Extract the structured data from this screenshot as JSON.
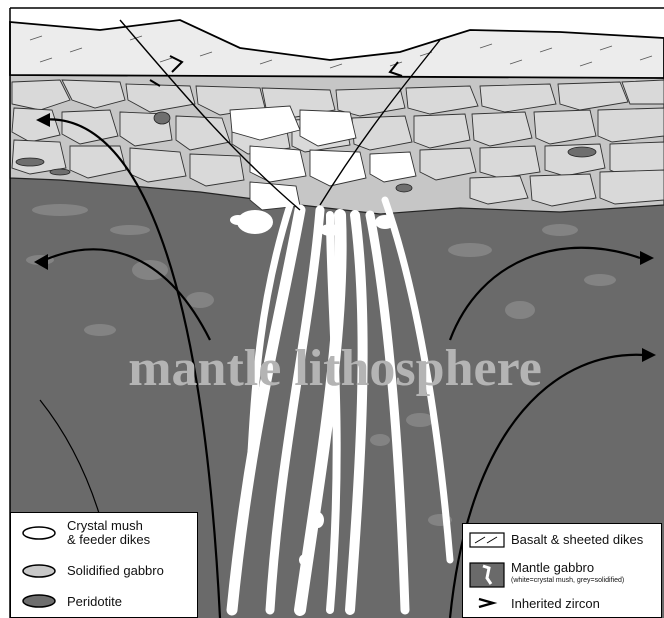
{
  "diagram": {
    "main_label": "mantle lithosphere",
    "colors": {
      "mantle": "#6a6a6a",
      "crust_pale": "#dcdcdc",
      "crust_mid": "#c2c2c2",
      "peridotite": "#6e6e6e",
      "crystal_mush": "#ffffff",
      "label": "#b4b4b4"
    }
  },
  "legend_left": {
    "items": [
      {
        "line1": "Crystal mush",
        "line2": "& feeder dikes",
        "icon": "white-ellipse-icon"
      },
      {
        "line1": "Solidified gabbro",
        "icon": "light-grey-ellipse-icon"
      },
      {
        "line1": "Peridotite",
        "icon": "dark-grey-ellipse-icon"
      }
    ]
  },
  "legend_right": {
    "items": [
      {
        "line1": "Basalt & sheeted dikes",
        "icon": "hatched-box-icon"
      },
      {
        "line1": "Mantle gabbro",
        "note": "(white=crystal mush, grey=solidified)",
        "icon": "gabbro-box-icon"
      },
      {
        "line1": "Inherited zircon",
        "icon": "zircon-chevron-icon"
      }
    ]
  }
}
